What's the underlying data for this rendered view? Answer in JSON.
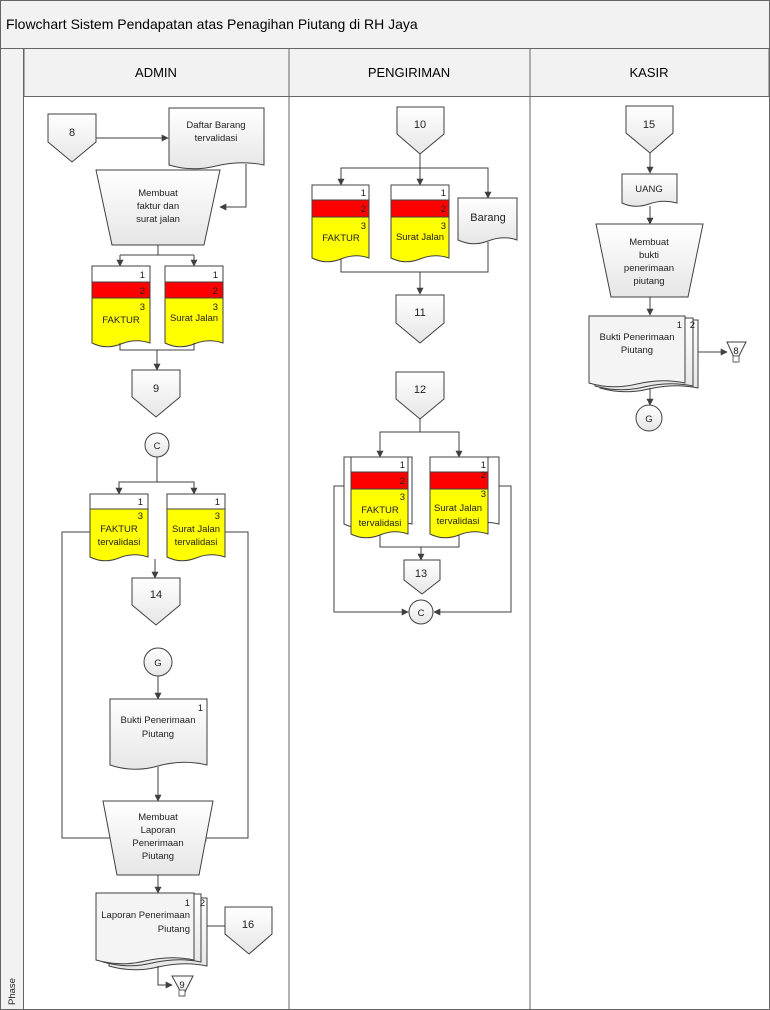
{
  "title": "Flowchart Sistem Pendapatan atas Penagihan Piutang di RH Jaya",
  "phase_label": "Phase",
  "lanes": [
    "ADMIN",
    "PENGIRIMAN",
    "KASIR"
  ],
  "colors": {
    "yellow": "#ffff00",
    "red": "#ff0000",
    "gray": "#f2f2f2",
    "header": "#f2f2f2",
    "line": "#404040"
  },
  "connectors": {
    "c8": "8",
    "c9": "9",
    "c14": "14",
    "c16": "16",
    "c10": "10",
    "c11": "11",
    "c12": "12",
    "c13": "13",
    "c15": "15",
    "cC": "C",
    "cG": "G",
    "cC2": "C",
    "cG2": "G",
    "store9": "9",
    "store8": "8"
  },
  "documents": {
    "daftar_barang": [
      "Daftar Barang",
      "tervalidasi"
    ],
    "barang": "Barang",
    "uang": "UANG",
    "bukti_admin": [
      "Bukti Penerimaan",
      "Piutang"
    ],
    "bukti_kasir": [
      "Bukti Penerimaan",
      "Piutang"
    ],
    "laporan": [
      "Laporan Penerimaan",
      "Piutang"
    ],
    "faktur": "FAKTUR",
    "surat_jalan": "Surat Jalan",
    "faktur_val": [
      "FAKTUR",
      "tervalidasi"
    ],
    "surat_jalan_val": [
      "Surat Jalan",
      "tervalidasi"
    ]
  },
  "processes": {
    "membuat_faktur": [
      "Membuat",
      "faktur dan",
      "surat jalan"
    ],
    "membuat_laporan": [
      "Membuat",
      "Laporan",
      "Penerimaan",
      "Piutang"
    ],
    "membuat_bukti": [
      "Membuat",
      "bukti",
      "penerimaan",
      "piutang"
    ]
  },
  "copy_numbers": {
    "n1": "1",
    "n2": "2",
    "n3": "3"
  }
}
